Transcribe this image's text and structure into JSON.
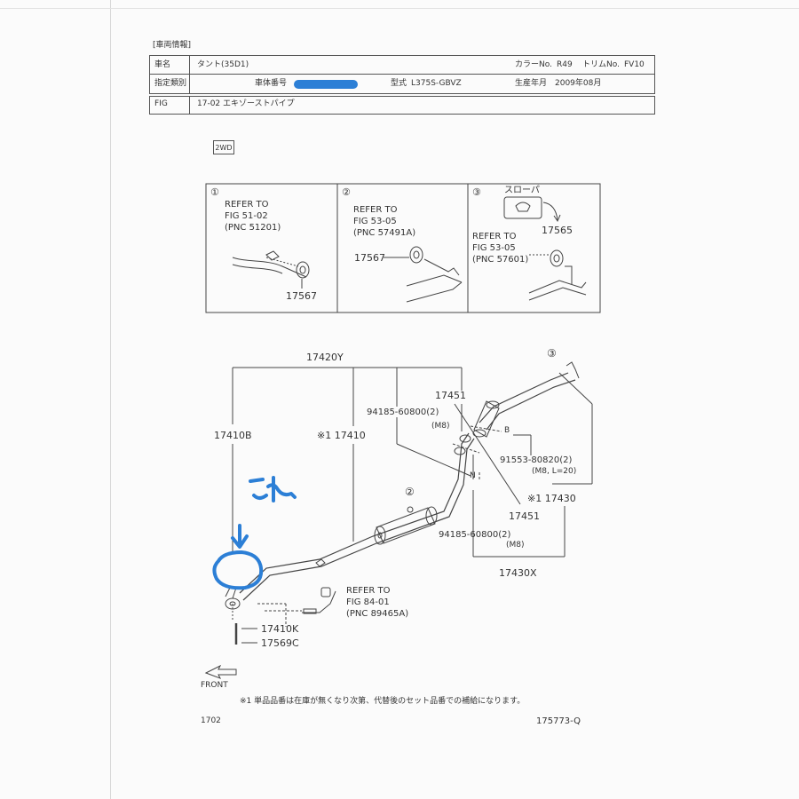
{
  "header": {
    "section_label": "[車両情報]",
    "car_name_label": "車名",
    "car_name_value": "タント(35D1)",
    "color_label": "カラーNo.",
    "color_value": "R49",
    "trim_label": "トリムNo.",
    "trim_value": "FV10",
    "designation_label": "指定類別",
    "vin_label": "車体番号",
    "model_label": "型式",
    "model_value": "L375S-GBVZ",
    "production_label": "生産年月",
    "production_value": "2009年08月",
    "fig_label": "FIG",
    "fig_value": "17-02 エキゾーストパイプ"
  },
  "drive_tag": "2WD",
  "insets": [
    {
      "num": "①",
      "refer_lines": [
        "REFER TO",
        "FIG  51-02",
        "(PNC 51201)"
      ],
      "part": "17567"
    },
    {
      "num": "②",
      "refer_lines": [
        "REFER TO",
        "FIG  53-05",
        "(PNC 57491A)"
      ],
      "part": "17567"
    },
    {
      "num": "③",
      "slope_label": "スローパ",
      "refer_lines": [
        "REFER TO",
        "FIG  53-05",
        "(PNC 57601)"
      ],
      "part": "17565"
    }
  ],
  "labels": {
    "p17420Y": "17420Y",
    "p17410B": "17410B",
    "p17410": "※1  17410",
    "p17451a": "17451",
    "p94185a": "94185-60800(2)",
    "m8a": "(M8)",
    "p91553": "91553-80820(2)",
    "m8l20": "(M8, L=20)",
    "p17430": "※1  17430",
    "p17451b": "17451",
    "p94185b": "94185-60800(2)",
    "m8b": "(M8)",
    "p17430X": "17430X",
    "refer84_1": "REFER TO",
    "refer84_2": "FIG  84-01",
    "refer84_3": "(PNC 89465A)",
    "p17410K": "17410K",
    "p17569C": "17569C",
    "front": "FRONT",
    "circ2": "②",
    "circ3": "③",
    "circB": "B",
    "circN": "N"
  },
  "annotation": "これ",
  "footnote": "※1  単品品番は在庫が無くなり次第、代替後のセット品番での補給になります。",
  "page_code": "1702",
  "catalog_code": "175773-Q",
  "colors": {
    "annotation_blue": "#2c7fd6",
    "ink": "#333333"
  }
}
